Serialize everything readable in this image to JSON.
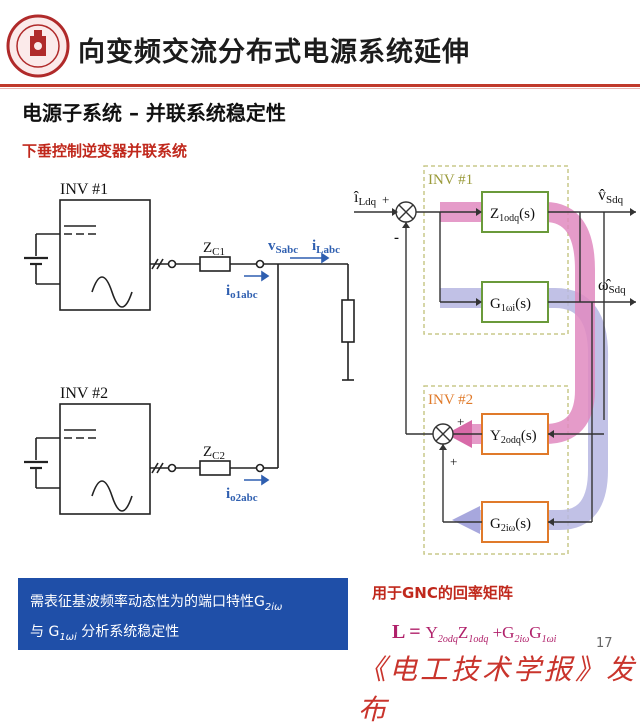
{
  "slide": {
    "title": "向变频交流分布式电源系统延伸",
    "subtitle": "电源子系统 – 并联系统稳定性",
    "section_label": "下垂控制逆变器并联系统",
    "note_line1": "需表征基波频率动态性为的端口特性G",
    "note_sub1": "2iω",
    "note_line2a": "与 G",
    "note_sub2": "1ωi",
    "note_line2b": " 分析系统稳定性",
    "gnc_label": "用于GNC的回率矩阵",
    "watermark": "《电工技术学报》发布",
    "page_number": "17"
  },
  "circuit": {
    "inv1_label": "INV #1",
    "inv2_label": "INV #2",
    "zc1": "Z",
    "zc1_sub": "C1",
    "zc2": "Z",
    "zc2_sub": "C2",
    "io1": "i",
    "io1_sub": "o1abc",
    "io2": "i",
    "io2_sub": "o2abc",
    "vs": "v",
    "vs_sub": "Sabc",
    "il": "i",
    "il_sub": "Labc"
  },
  "block_diagram": {
    "inv1": "INV #1",
    "inv2": "INV #2",
    "in_i": "î",
    "in_i_sub": "Ldq",
    "out_v": "v̂",
    "out_v_sub": "Sdq",
    "out_w": "ω̂",
    "out_w_sub": "Sdq",
    "z_block": "Z",
    "z_block_sub": "1odq",
    "z_block_arg": "(s)",
    "g1_block": "G",
    "g1_block_sub": "1ωi",
    "g1_block_arg": "(s)",
    "y_block": "Y",
    "y_block_sub": "2odq",
    "y_block_arg": "(s)",
    "g2_block": "G",
    "g2_block_sub": "2iω",
    "g2_block_arg": "(s)",
    "sign_plus1": "+",
    "sign_minus": "-",
    "sign_plus2": "+",
    "sign_plus3": "+"
  },
  "formula": {
    "lhs": "L = ",
    "y": "Y",
    "y_sub": "2odq",
    "z": "Z",
    "z_sub": "1odq",
    "plus": " +",
    "g2": "G",
    "g2_sub": "2iω",
    "g1": "G",
    "g1_sub": "1ωi"
  },
  "colors": {
    "accent_red": "#c0392b",
    "blue_box": "#1f4fa8",
    "green_block": "#6a9a3a",
    "orange_block": "#e07a2a",
    "pink_arrow": "#d86aa8",
    "lavender_arrow": "#a7a7dd",
    "dashed_box": "#c9c98a"
  }
}
